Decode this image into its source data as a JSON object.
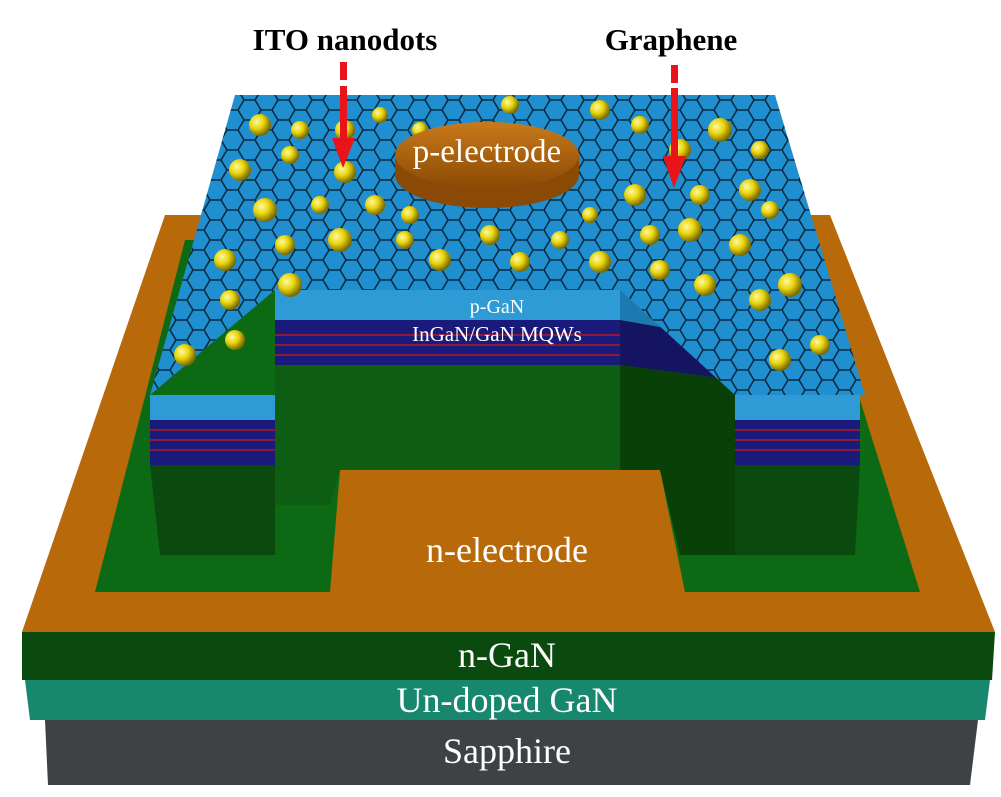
{
  "diagram": {
    "title_labels": {
      "ito_nanodots": "ITO nanodots",
      "graphene": "Graphene"
    },
    "layer_labels": {
      "p_electrode": "p-electrode",
      "p_gan": "p-GaN",
      "mqws": "InGaN/GaN MQWs",
      "n_electrode": "n-electrode",
      "n_gan": "n-GaN",
      "undoped_gan": "Un-doped GaN",
      "sapphire": "Sapphire"
    },
    "colors": {
      "graphene_blue": "#1f8fd0",
      "p_gan_blue": "#2e9bd6",
      "mqw_navy": "#1a1a7a",
      "mqw_red": "#8b1a3a",
      "green_mesa": "#0d5e12",
      "n_gan_dark_green": "#0b4a0e",
      "undoped_teal": "#17876e",
      "sapphire_gray": "#3f4244",
      "electrode_orange": "#b8690a",
      "nanodot_yellow": "#e8d40a",
      "arrow_red": "#e8141a"
    }
  }
}
